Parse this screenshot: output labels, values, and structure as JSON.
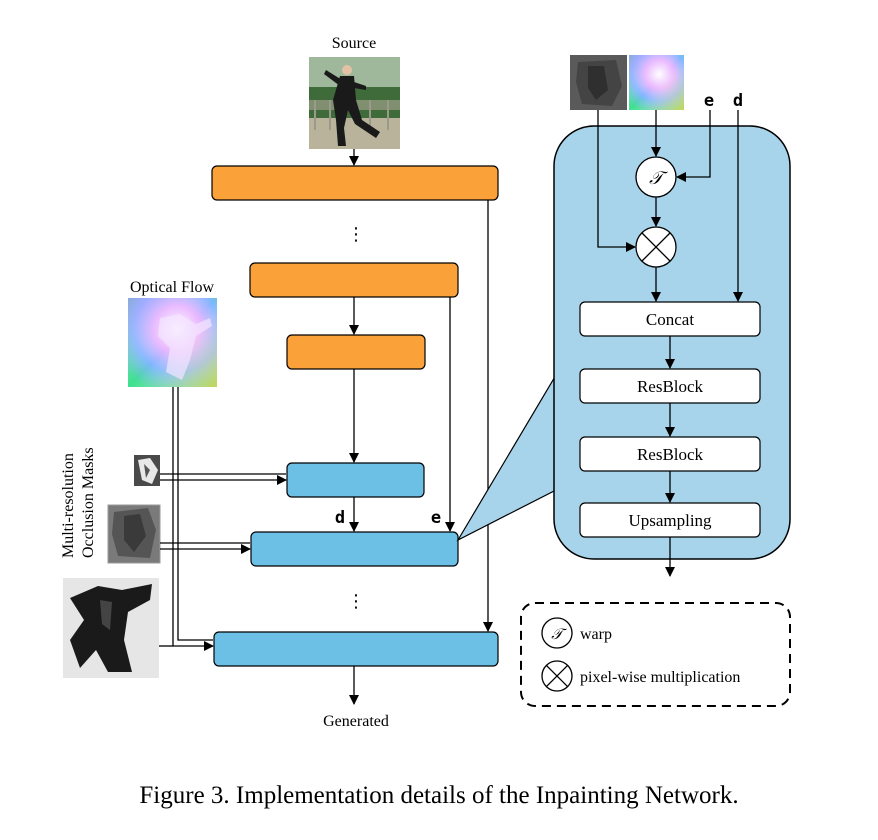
{
  "labels": {
    "source": "Source",
    "optical_flow": "Optical Flow",
    "masks_line1": "Multi-resolution",
    "masks_line2": "Occlusion Masks",
    "generated": "Generated",
    "d_left": "d",
    "e_left": "e",
    "e_right": "e",
    "d_right": "d",
    "dots": "⋮"
  },
  "detail_blocks": {
    "concat": "Concat",
    "resblock1": "ResBlock",
    "resblock2": "ResBlock",
    "upsampling": "Upsampling"
  },
  "legend": {
    "warp_symbol": "𝒯",
    "warp_label": "warp",
    "mult_label": "pixel-wise multiplication"
  },
  "caption": "Figure 3. Implementation details of the Inpainting Network.",
  "colors": {
    "orange": "#FBA13A",
    "blue": "#6CC0E5",
    "panel": "#A7D4EA"
  }
}
